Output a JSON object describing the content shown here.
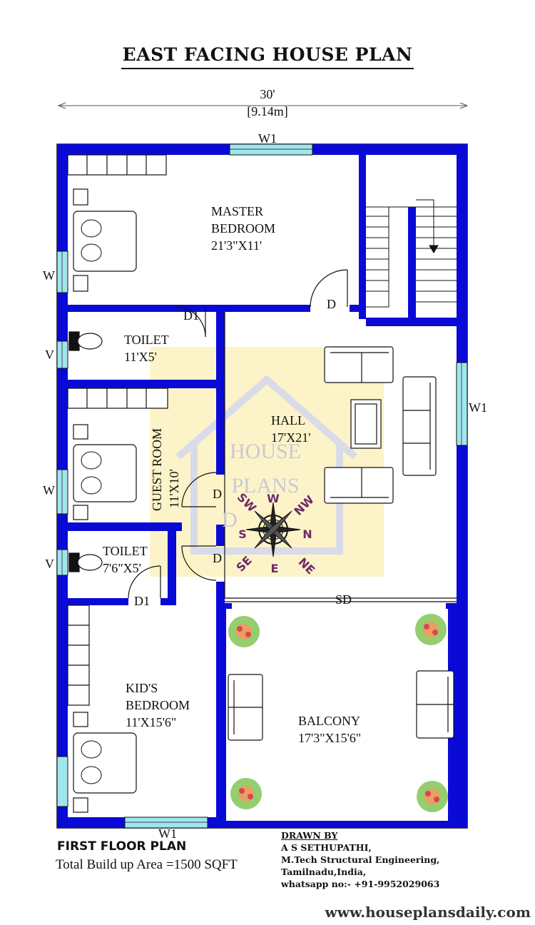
{
  "title": "EAST FACING HOUSE PLAN",
  "dimension": {
    "feet": "30'",
    "meters": "[9.14m]"
  },
  "rooms": {
    "master": {
      "name": "MASTER",
      "name2": "BEDROOM",
      "size": "21'3\"X11'"
    },
    "toilet1": {
      "name": "TOILET",
      "size": "11'X5'"
    },
    "guest": {
      "name": "GUEST ROOM",
      "size": "11'X10'"
    },
    "hall": {
      "name": "HALL",
      "size": "17'X21'"
    },
    "toilet2": {
      "name": "TOILET",
      "size": "7'6\"X5'"
    },
    "kids": {
      "name": "KID'S",
      "name2": "BEDROOM",
      "size": "11'X15'6\""
    },
    "balcony": {
      "name": "BALCONY",
      "size": "17'3\"X15'6\""
    }
  },
  "openings": {
    "w1_top": "W1",
    "w_left1": "W",
    "v_left1": "V",
    "w_left2": "W",
    "v_left2": "V",
    "w1_right": "W1",
    "w1_bottom": "W1",
    "d_master": "D",
    "d1_toilet": "D1",
    "d_guest": "D",
    "d_hall2": "D",
    "d1_toilet2": "D1",
    "sd": "SD"
  },
  "compass": {
    "n": "N",
    "s": "S",
    "e": "E",
    "w": "W",
    "ne": "NE",
    "nw": "NW",
    "se": "SE",
    "sw": "SW"
  },
  "watermark": {
    "line1": "HOUSE",
    "line2": "PLANS",
    "line3": "D"
  },
  "footer": {
    "plan_name": "FIRST FLOOR PLAN",
    "area": "Total Build up Area =1500 SQFT",
    "drawn_by": "DRAWN BY",
    "author": "A S SETHUPATHI,",
    "degree": "M.Tech Structural Engineering,",
    "location": "Tamilnadu,India,",
    "contact": "whatsapp no:- +91-9952029063",
    "website": "www.houseplansdaily.com"
  },
  "colors": {
    "wall": "#0a0ad6",
    "window": "#9fe6ee",
    "watermark": "#fdf3c8",
    "compass_text": "#6b2a6b",
    "line": "#111111"
  }
}
